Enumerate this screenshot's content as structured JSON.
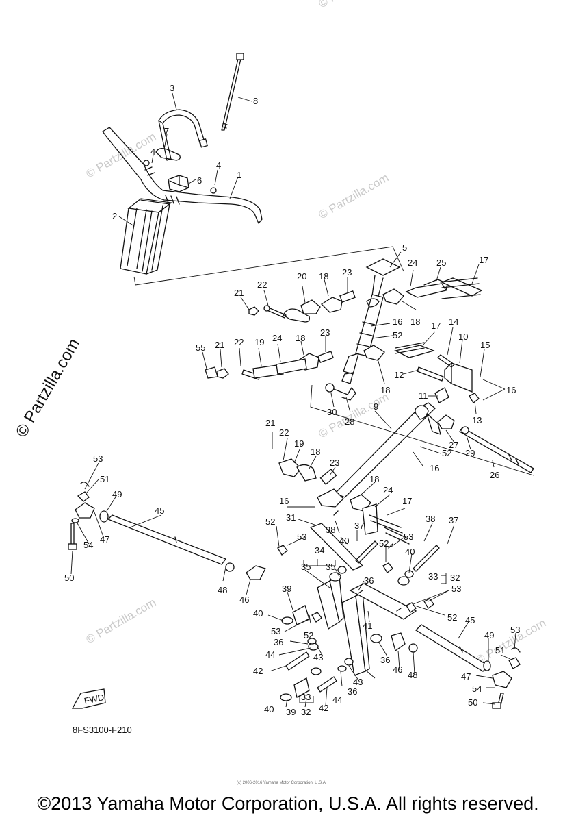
{
  "diagram": {
    "drawing_code": "8FS3100-F210",
    "fwd_label": "FWD",
    "side_watermark": "© Partzilla.com",
    "watermark": "© Partzilla.com",
    "small_notice": "(c) 2006-2016 Yamaha Motor Corporation, U.S.A.",
    "copyright": "©2013 Yamaha Motor Corporation, U.S.A. All rights reserved.",
    "callouts": [
      {
        "n": "1"
      },
      {
        "n": "2"
      },
      {
        "n": "3"
      },
      {
        "n": "4"
      },
      {
        "n": "4"
      },
      {
        "n": "5"
      },
      {
        "n": "6"
      },
      {
        "n": "7"
      },
      {
        "n": "8"
      },
      {
        "n": "9"
      },
      {
        "n": "10"
      },
      {
        "n": "11"
      },
      {
        "n": "12"
      },
      {
        "n": "13"
      },
      {
        "n": "14"
      },
      {
        "n": "15"
      },
      {
        "n": "16"
      },
      {
        "n": "16"
      },
      {
        "n": "16"
      },
      {
        "n": "16"
      },
      {
        "n": "17"
      },
      {
        "n": "17"
      },
      {
        "n": "17"
      },
      {
        "n": "18"
      },
      {
        "n": "18"
      },
      {
        "n": "18"
      },
      {
        "n": "18"
      },
      {
        "n": "18"
      },
      {
        "n": "18"
      },
      {
        "n": "19"
      },
      {
        "n": "19"
      },
      {
        "n": "20"
      },
      {
        "n": "21"
      },
      {
        "n": "21"
      },
      {
        "n": "21"
      },
      {
        "n": "22"
      },
      {
        "n": "22"
      },
      {
        "n": "22"
      },
      {
        "n": "23"
      },
      {
        "n": "23"
      },
      {
        "n": "23"
      },
      {
        "n": "24"
      },
      {
        "n": "24"
      },
      {
        "n": "24"
      },
      {
        "n": "25"
      },
      {
        "n": "26"
      },
      {
        "n": "27"
      },
      {
        "n": "28"
      },
      {
        "n": "29"
      },
      {
        "n": "30"
      },
      {
        "n": "31"
      },
      {
        "n": "32"
      },
      {
        "n": "32"
      },
      {
        "n": "33"
      },
      {
        "n": "33"
      },
      {
        "n": "34"
      },
      {
        "n": "35"
      },
      {
        "n": "35"
      },
      {
        "n": "36"
      },
      {
        "n": "36"
      },
      {
        "n": "36"
      },
      {
        "n": "36"
      },
      {
        "n": "37"
      },
      {
        "n": "37"
      },
      {
        "n": "38"
      },
      {
        "n": "38"
      },
      {
        "n": "39"
      },
      {
        "n": "39"
      },
      {
        "n": "40"
      },
      {
        "n": "40"
      },
      {
        "n": "40"
      },
      {
        "n": "40"
      },
      {
        "n": "41"
      },
      {
        "n": "42"
      },
      {
        "n": "42"
      },
      {
        "n": "43"
      },
      {
        "n": "43"
      },
      {
        "n": "44"
      },
      {
        "n": "44"
      },
      {
        "n": "45"
      },
      {
        "n": "45"
      },
      {
        "n": "46"
      },
      {
        "n": "46"
      },
      {
        "n": "47"
      },
      {
        "n": "47"
      },
      {
        "n": "48"
      },
      {
        "n": "48"
      },
      {
        "n": "49"
      },
      {
        "n": "49"
      },
      {
        "n": "50"
      },
      {
        "n": "50"
      },
      {
        "n": "51"
      },
      {
        "n": "51"
      },
      {
        "n": "52"
      },
      {
        "n": "52"
      },
      {
        "n": "52"
      },
      {
        "n": "52"
      },
      {
        "n": "52"
      },
      {
        "n": "52"
      },
      {
        "n": "53"
      },
      {
        "n": "53"
      },
      {
        "n": "53"
      },
      {
        "n": "53"
      },
      {
        "n": "53"
      },
      {
        "n": "53"
      },
      {
        "n": "54"
      },
      {
        "n": "54"
      },
      {
        "n": "55"
      }
    ]
  }
}
